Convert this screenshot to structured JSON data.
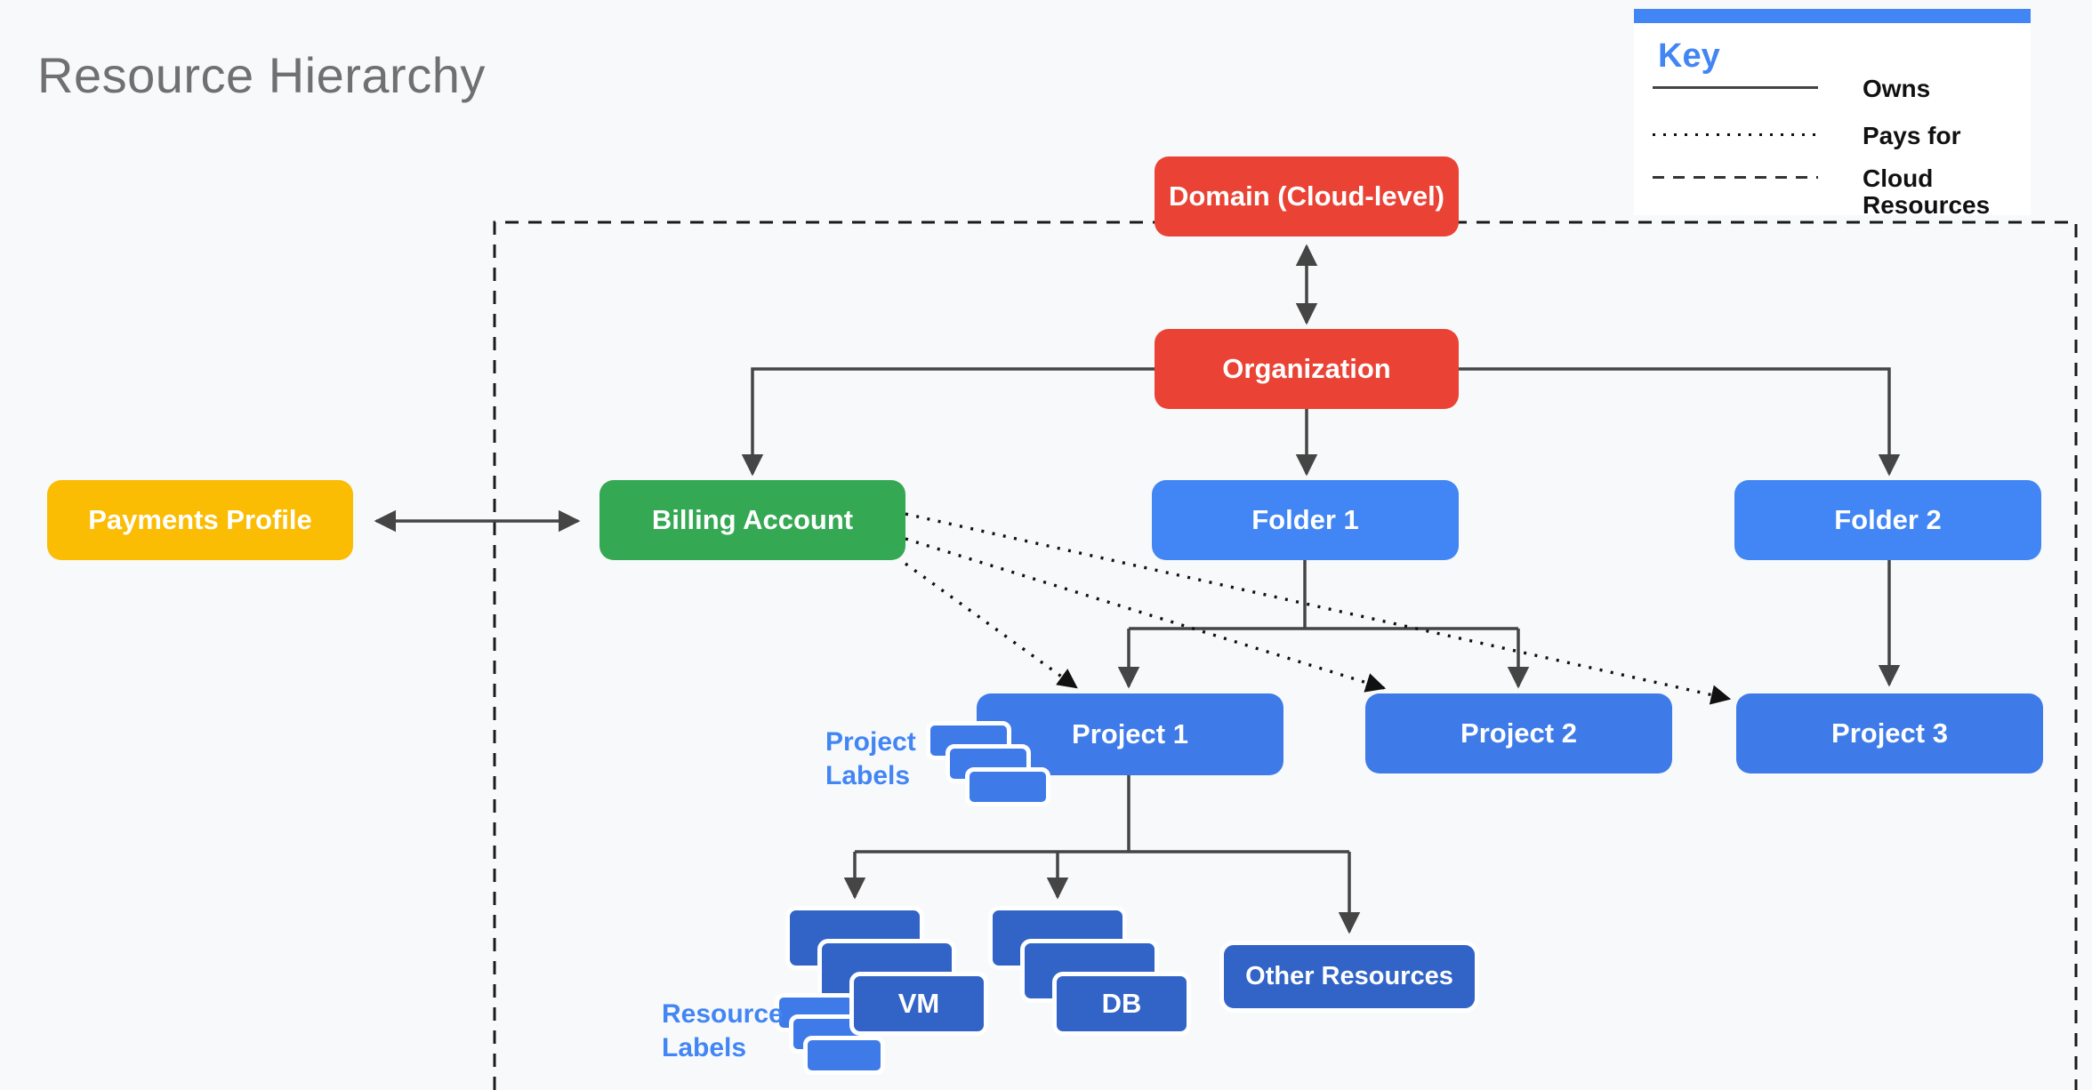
{
  "title": "Resource Hierarchy",
  "legend": {
    "title": "Key",
    "items": [
      {
        "line_style": "solid",
        "label": "Owns"
      },
      {
        "line_style": "dotted",
        "label": "Pays for"
      },
      {
        "line_style": "dashed",
        "label": "Cloud Resources"
      }
    ]
  },
  "nodes": {
    "domain": {
      "label": "Domain (Cloud-level)",
      "color": "#EA4335"
    },
    "organization": {
      "label": "Organization",
      "color": "#EA4335"
    },
    "payments_profile": {
      "label": "Payments Profile",
      "color": "#FBBC04"
    },
    "billing_account": {
      "label": "Billing Account",
      "color": "#34A853"
    },
    "folder1": {
      "label": "Folder 1",
      "color": "#4285F4"
    },
    "folder2": {
      "label": "Folder 2",
      "color": "#4285F4"
    },
    "project1": {
      "label": "Project 1",
      "color": "#3E7BE9"
    },
    "project2": {
      "label": "Project 2",
      "color": "#3E7BE9"
    },
    "project3": {
      "label": "Project 3",
      "color": "#3E7BE9"
    },
    "vm": {
      "label": "VM",
      "color": "#3164C6"
    },
    "db": {
      "label": "DB",
      "color": "#3164C6"
    },
    "other_resources": {
      "label": "Other Resources",
      "color": "#3164C6"
    }
  },
  "annotations": {
    "project_labels": "Project Labels",
    "resource_labels": "Resource Labels"
  },
  "colors": {
    "background": "#F8F9FA",
    "connector": "#454545",
    "dotted_line": "#111111",
    "boundary": "#1A1A1A",
    "accent_blue": "#4285F4",
    "title_gray": "#707070"
  }
}
